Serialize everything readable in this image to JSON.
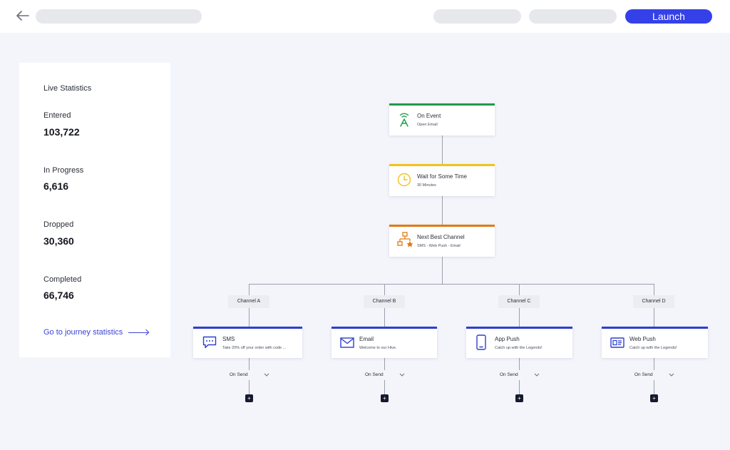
{
  "header": {
    "back_icon": "arrow-left-icon",
    "launch_label": "Launch",
    "accent": "#3541e8"
  },
  "stats": {
    "title": "Live Statistics",
    "items": [
      {
        "label": "Entered",
        "value": "103,722"
      },
      {
        "label": "In Progress",
        "value": "6,616"
      },
      {
        "label": "Dropped",
        "value": "30,360"
      },
      {
        "label": "Completed",
        "value": "66,746"
      }
    ],
    "link": "Go to journey statistics"
  },
  "flow": {
    "trigger": {
      "title": "On Event",
      "subtitle": "Open Email",
      "icon": "antenna-icon",
      "color": "#1f9a4b"
    },
    "wait": {
      "title": "Wait for Some Time",
      "subtitle": "30 Minutes",
      "icon": "clock-icon",
      "color": "#f2c31a"
    },
    "decision": {
      "title": "Next Best Channel",
      "subtitle": "SMS - Web Push - Email",
      "icon": "hierarchy-icon",
      "color": "#e07b12"
    },
    "channels": [
      {
        "label": "Channel A",
        "title": "SMS",
        "subtitle": "Take 20% off your order with code ...",
        "icon": "sms-icon",
        "action": "On Send"
      },
      {
        "label": "Channel B",
        "title": "Email",
        "subtitle": "Welcome to our Hive.",
        "icon": "envelope-icon",
        "action": "On Send"
      },
      {
        "label": "Channel C",
        "title": "App Push",
        "subtitle": "Catch up with the Legends!",
        "icon": "phone-icon",
        "action": "On Send"
      },
      {
        "label": "Channel D",
        "title": "Web Push",
        "subtitle": "Catch up with the Legends!",
        "icon": "browser-icon",
        "action": "On Send"
      }
    ],
    "channel_color": "#2d3fcf",
    "add_label": "+"
  }
}
